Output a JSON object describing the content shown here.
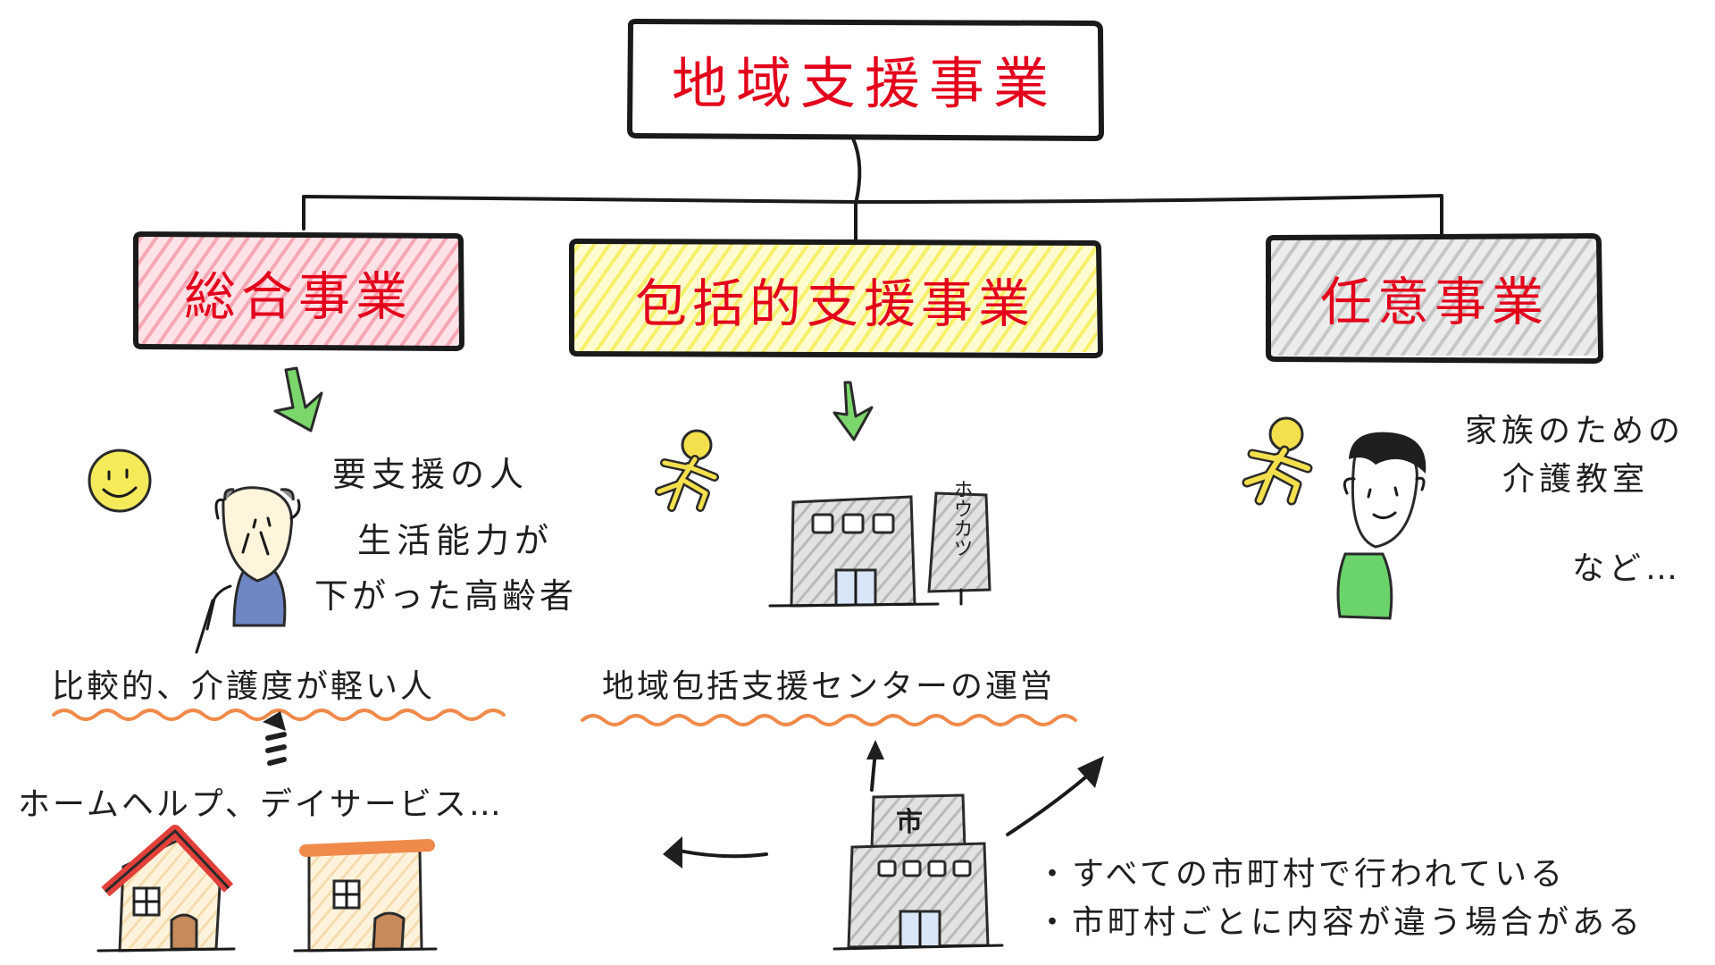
{
  "colors": {
    "accent_red": "#e3001b",
    "pink_fill": "#f6a7b3",
    "yellow_fill": "#f6f06a",
    "gray_fill": "#c6c6c6",
    "green_arrow": "#7bd66b",
    "orange_underline": "#f08a4b",
    "figure_yellow": "#f4e04d",
    "roof_red": "#e2403a"
  },
  "top": {
    "title": "地域支援事業"
  },
  "categories": [
    {
      "label": "総合事業"
    },
    {
      "label": "包括的支援事業"
    },
    {
      "label": "任意事業"
    }
  ],
  "sogo": {
    "lines": [
      "要支援の人",
      "生活能力が",
      "下がった高齢者"
    ],
    "underlined": "比較的、介護度が軽い人",
    "services": "ホームヘルプ、デイサービス…"
  },
  "houkatsu": {
    "sign": "ホウカツ",
    "underlined": "地域包括支援センターの運営"
  },
  "nini": {
    "lines": [
      "家族のための",
      "介護教室"
    ],
    "etc": "など…"
  },
  "city": {
    "sign": "市",
    "notes": [
      "・すべての市町村で行われている",
      "・市町村ごとに内容が違う場合がある"
    ]
  },
  "icons": [
    "smiley-icon",
    "running-figure-icon",
    "elderly-person-icon",
    "young-person-icon",
    "office-building-icon",
    "city-hall-icon",
    "house-icon"
  ]
}
